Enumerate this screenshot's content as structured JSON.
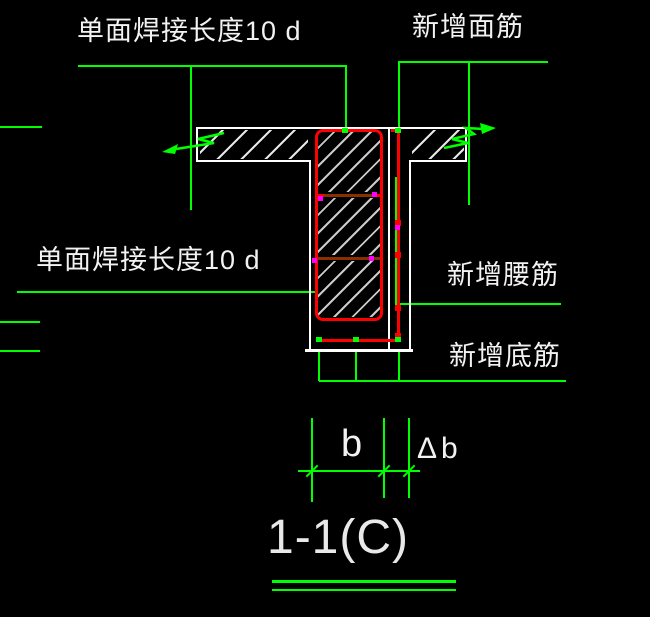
{
  "drawing": {
    "kind": "cad-beam-section-detail",
    "background": "#000000",
    "colors": {
      "leader_green": "#00ff00",
      "outline_white": "#ffffff",
      "stirrup_red": "#ff0000",
      "joint_dark_red": "#8a3000",
      "marker_magenta": "#ff00ff"
    },
    "annotations": {
      "weld_length_top": "单面焊接长度10 d",
      "new_top_bars": "新增面筋",
      "weld_length_mid": "单面焊接长度10 d",
      "new_waist_bars": "新增腰筋",
      "new_bottom_bars": "新增底筋"
    },
    "dimensions": {
      "beam_width": "b",
      "added_width": "Δb"
    },
    "title": "1-1(C)"
  }
}
